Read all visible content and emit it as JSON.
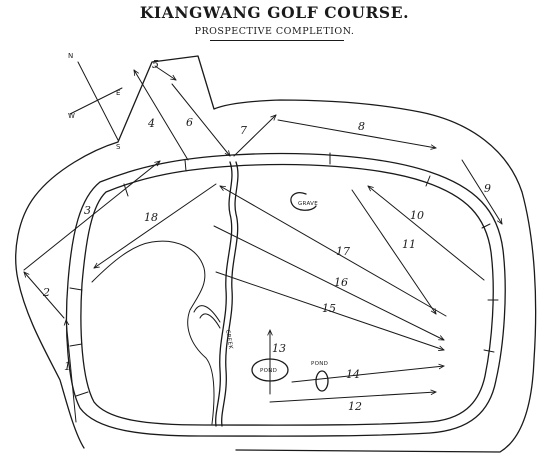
{
  "header": {
    "title": "KIANGWANG GOLF COURSE.",
    "subtitle": "PROSPECTIVE COMPLETION."
  },
  "compass": {
    "north": "N",
    "east": "E",
    "south": "S",
    "west": "W"
  },
  "features": {
    "grave": "GRAVE",
    "pond_main": "POND",
    "pond_small": "POND",
    "creek": "CREEK"
  },
  "holes": [
    "1",
    "2",
    "3",
    "4",
    "5",
    "6",
    "7",
    "8",
    "9",
    "10",
    "11",
    "12",
    "13",
    "14",
    "15",
    "16",
    "17",
    "18"
  ]
}
